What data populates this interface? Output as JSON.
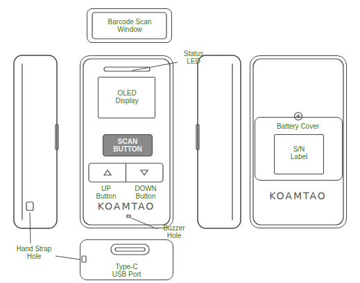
{
  "diagram": {
    "nodes": [
      {
        "text": [
          "Barcode Scan Window"
        ]
      },
      {
        "text": [
          "KOAMTAO"
        ]
      },
      {
        "text": [
          "OLED Display"
        ],
        "in": 1
      },
      {
        "text": [
          "SCAN BUTTON"
        ],
        "in": 1
      },
      {
        "text": [
          "KOAMTAO"
        ]
      },
      {
        "text": [
          "Battery Cover"
        ],
        "in": 4
      },
      {
        "text": [
          "S/N Label"
        ],
        "in": 5
      },
      {
        "text": [
          "Type-C USB Port"
        ]
      }
    ],
    "labels": [
      "Status LED",
      "UP Button",
      "DOWN Button",
      "Buzzer Hole",
      "Hand Strap Hole"
    ]
  }
}
